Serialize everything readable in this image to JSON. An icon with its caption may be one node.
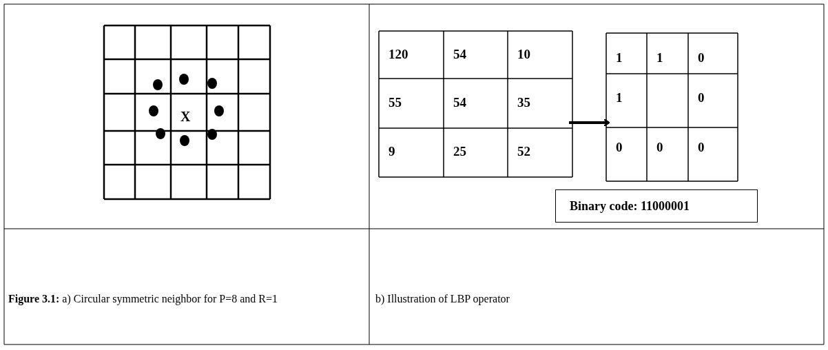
{
  "diagram": {
    "nodes": [
      {
        "text": [
          "X"
        ]
      },
      {
        "text": [
          "120",
          "54",
          "10",
          "55",
          "54",
          "35",
          "9",
          "25",
          "52"
        ]
      },
      {
        "text": [
          "1",
          "1",
          "0",
          "1",
          "0",
          "0",
          "0",
          "0"
        ]
      },
      {
        "text": [
          "Binary code: 11000001"
        ]
      }
    ],
    "edges": [
      {
        "from": 1,
        "to": 2,
        "arrow": "to"
      }
    ],
    "labels": [
      "**Figure 3.1:** a) Circular symmetric neighbor for P=8 and R=1",
      "b) Illustration of LBP operator"
    ]
  }
}
